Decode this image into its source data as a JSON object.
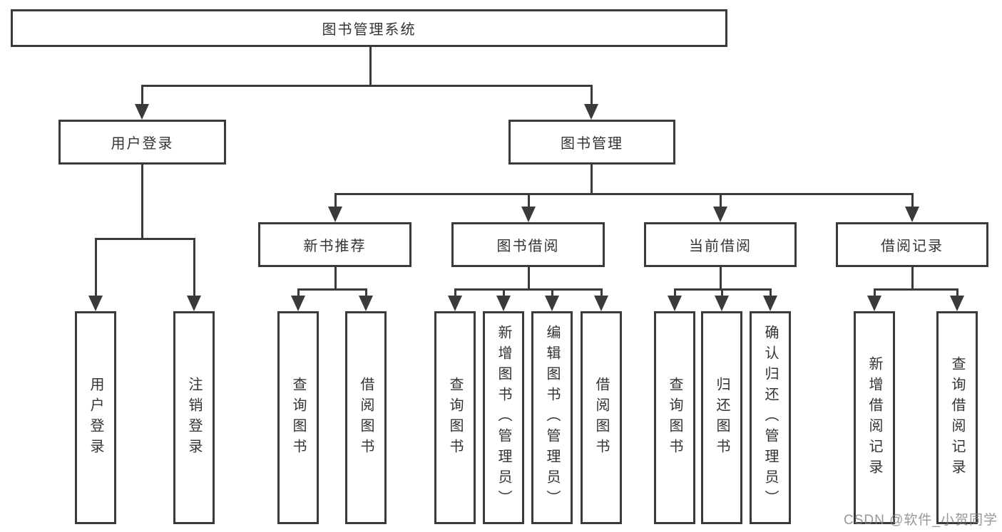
{
  "tree": {
    "label": "图书管理系统",
    "children": [
      {
        "label": "用户登录",
        "children": [
          {
            "label": "用户登录"
          },
          {
            "label": "注销登录"
          }
        ]
      },
      {
        "label": "图书管理",
        "children": [
          {
            "label": "新书推荐",
            "children": [
              {
                "label": "查询图书"
              },
              {
                "label": "借阅图书"
              }
            ]
          },
          {
            "label": "图书借阅",
            "children": [
              {
                "label": "查询图书"
              },
              {
                "label": "新增图书（管理员）"
              },
              {
                "label": "编辑图书（管理员）"
              },
              {
                "label": "借阅图书"
              }
            ]
          },
          {
            "label": "当前借阅",
            "children": [
              {
                "label": "查询图书"
              },
              {
                "label": "归还图书"
              },
              {
                "label": "确认归还（管理员）"
              }
            ]
          },
          {
            "label": "借阅记录",
            "children": [
              {
                "label": "新增借阅记录"
              },
              {
                "label": "查询借阅记录"
              }
            ]
          }
        ]
      }
    ]
  },
  "watermark": {
    "text": "CSDN @软件_小贺同学"
  },
  "colors": {
    "line": "#3a3a3a",
    "text": "#333333",
    "background": "#ffffff",
    "watermark": "#7d7d7d"
  }
}
